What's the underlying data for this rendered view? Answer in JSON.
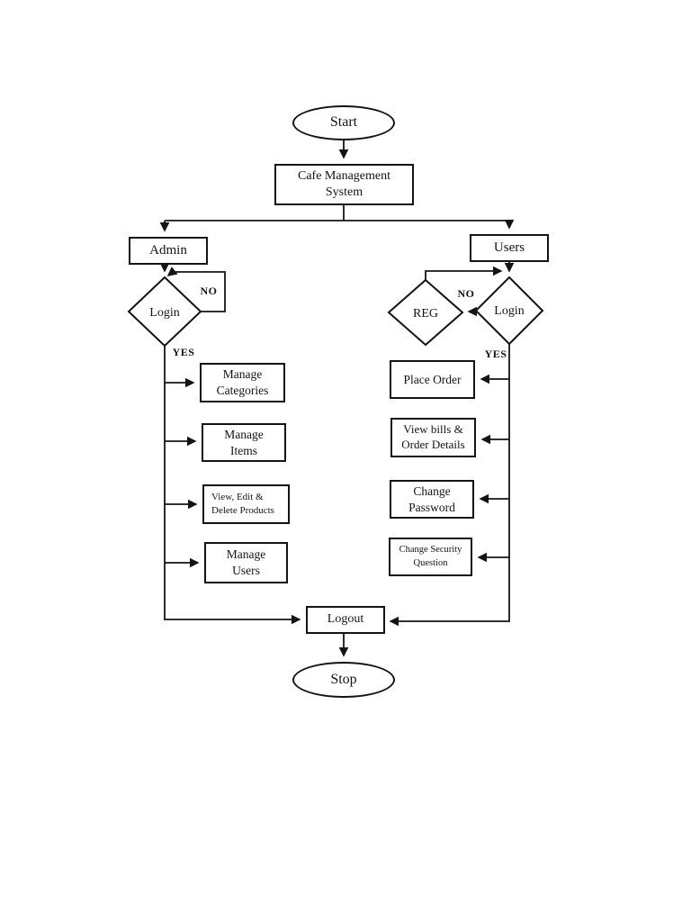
{
  "page": {
    "background_color": "#ffffff",
    "line_color": "#141414"
  },
  "flowchart": {
    "nodes": {
      "start": {
        "label": "Start",
        "shape": "terminator"
      },
      "cafe_management_system": {
        "line1": "Cafe Management",
        "line2": "System",
        "shape": "process"
      },
      "admin": {
        "label": "Admin",
        "shape": "process"
      },
      "users": {
        "label": "Users",
        "shape": "process"
      },
      "admin_login": {
        "label": "Login",
        "shape": "decision"
      },
      "reg": {
        "label": "REG",
        "shape": "decision"
      },
      "users_login": {
        "label": "Login",
        "shape": "decision"
      },
      "manage_categories": {
        "line1": "Manage",
        "line2": "Categories",
        "shape": "process"
      },
      "manage_items": {
        "line1": "Manage",
        "line2": "Items",
        "shape": "process"
      },
      "view_edit_delete_products": {
        "line1": "View, Edit &",
        "line2": "Delete Products",
        "shape": "process"
      },
      "manage_users": {
        "line1": "Manage",
        "line2": "Users",
        "shape": "process"
      },
      "place_order": {
        "label": "Place Order",
        "shape": "process"
      },
      "view_bills_order_details": {
        "line1": "View bills &",
        "line2": "Order Details",
        "shape": "process"
      },
      "change_password": {
        "line1": "Change",
        "line2": "Password",
        "shape": "process"
      },
      "change_security_question": {
        "line1": "Change Security",
        "line2": "Question",
        "shape": "process"
      },
      "logout": {
        "label": "Logout",
        "shape": "process"
      },
      "stop": {
        "label": "Stop",
        "shape": "terminator"
      }
    },
    "edge_labels": {
      "admin_no": "NO",
      "admin_yes": "YES",
      "users_no": "NO",
      "users_yes": "YES"
    }
  }
}
